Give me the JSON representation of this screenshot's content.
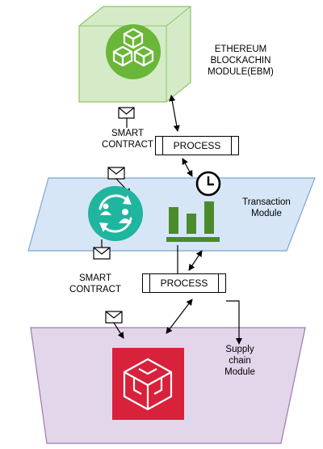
{
  "diagram": {
    "ebm_label": "ETHEREUM\nBLOCKACHIN\nMODULE(EBM)",
    "smart_contract_top": "SMART\nCONTRACT",
    "smart_contract_bottom": "SMART\nCONTRACT",
    "process_top": "PROCESS",
    "process_bottom": "PROCESS",
    "transaction_label": "Transaction\nModule",
    "supply_chain_label": "Supply\nchain\nModule"
  },
  "colors": {
    "ebm_fill": "#d5ebc8",
    "ebm_stroke": "#8dc46a",
    "ebm_icon": "#6ab638",
    "transaction_fill": "#d6e6f7",
    "transaction_stroke": "#7ea6cf",
    "sync_icon": "#1fb59e",
    "bars": "#4b8b2a",
    "supply_fill": "#e3d6ea",
    "supply_stroke": "#9b7aab",
    "supply_icon": "#d8213b"
  }
}
